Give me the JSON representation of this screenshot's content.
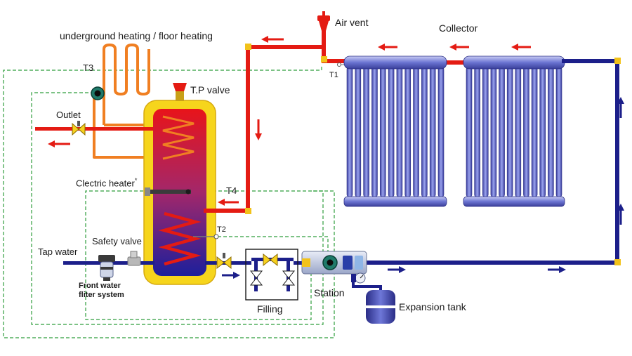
{
  "labels": {
    "underfloor": "underground heating / floor heating",
    "air_vent": "Air vent",
    "collector": "Collector",
    "t3": "T3",
    "t1": "T1",
    "tp_valve": "T.P valve",
    "outlet": "Outlet",
    "electric_heater": "Clectric heater",
    "electric_heater_mark": "*",
    "t4": "T4",
    "t2": "T2",
    "safety_valve": "Safety  valve",
    "tap_water": "Tap water",
    "front_filter_line1": "Front water",
    "front_filter_line2": "fliter system",
    "filling": "Filling",
    "station": "Station",
    "expansion_tank": "Expansion tank"
  },
  "colors": {
    "hot_pipe": "#e41b13",
    "cold_pipe": "#1c1f8a",
    "underfloor_pipe": "#f07f22",
    "tank_shell": "#f6d51c",
    "control_wire": "#2f9e3c",
    "collector_tube": "#5b66c9",
    "joint": "#f2c21a"
  },
  "icons": {
    "flow_arrow": "arrow-icon",
    "valve": "valve-icon",
    "pump": "pump-icon",
    "gauge": "pressure-gauge-icon"
  }
}
